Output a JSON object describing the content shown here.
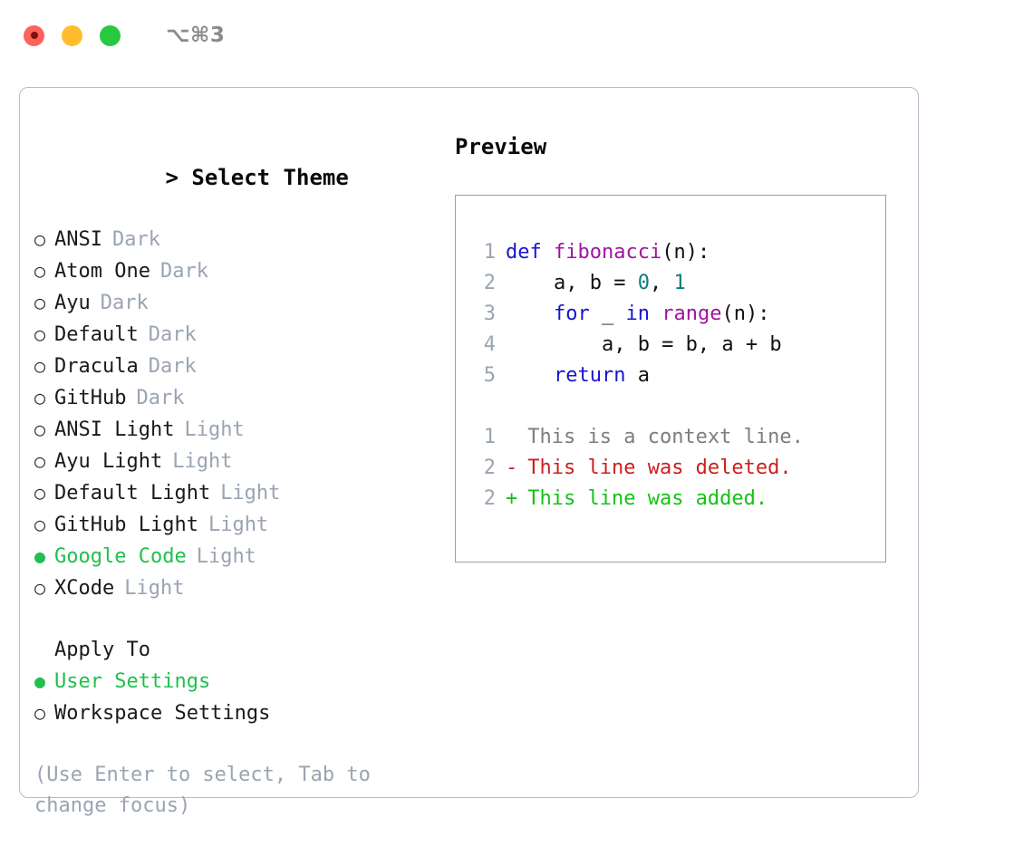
{
  "window": {
    "shortcut": "⌥⌘3",
    "traffic_lights": [
      {
        "name": "close",
        "color": "#ff6259"
      },
      {
        "name": "minimize",
        "color": "#ffbd2e"
      },
      {
        "name": "maximize",
        "color": "#28c93f"
      }
    ]
  },
  "theme_list": {
    "heading": "> Select Theme",
    "caret": ">",
    "title": "Select Theme",
    "items": [
      {
        "bullet": "○",
        "name": "ANSI",
        "tag": "Dark",
        "selected": false
      },
      {
        "bullet": "○",
        "name": "Atom One",
        "tag": "Dark",
        "selected": false
      },
      {
        "bullet": "○",
        "name": "Ayu",
        "tag": "Dark",
        "selected": false
      },
      {
        "bullet": "○",
        "name": "Default",
        "tag": "Dark",
        "selected": false
      },
      {
        "bullet": "○",
        "name": "Dracula",
        "tag": "Dark",
        "selected": false
      },
      {
        "bullet": "○",
        "name": "GitHub",
        "tag": "Dark",
        "selected": false
      },
      {
        "bullet": "○",
        "name": "ANSI Light",
        "tag": "Light",
        "selected": false
      },
      {
        "bullet": "○",
        "name": "Ayu Light",
        "tag": "Light",
        "selected": false
      },
      {
        "bullet": "○",
        "name": "Default Light",
        "tag": "Light",
        "selected": false
      },
      {
        "bullet": "○",
        "name": "GitHub Light",
        "tag": "Light",
        "selected": false
      },
      {
        "bullet": "●",
        "name": "Google Code",
        "tag": "Light",
        "selected": true
      },
      {
        "bullet": "○",
        "name": "XCode",
        "tag": "Light",
        "selected": false
      }
    ]
  },
  "apply_to": {
    "heading": "Apply To",
    "items": [
      {
        "bullet": "●",
        "name": "User Settings",
        "selected": true
      },
      {
        "bullet": "○",
        "name": "Workspace Settings",
        "selected": false
      }
    ]
  },
  "hint": "(Use Enter to select, Tab to change focus)",
  "preview": {
    "title": "Preview",
    "code_lines": [
      {
        "num": "1",
        "tokens": [
          {
            "t": "def",
            "c": "kw"
          },
          {
            "t": " ",
            "c": "pln"
          },
          {
            "t": "fibonacci",
            "c": "fn"
          },
          {
            "t": "(n):",
            "c": "pln"
          }
        ]
      },
      {
        "num": "2",
        "tokens": [
          {
            "t": "    a, b = ",
            "c": "pln"
          },
          {
            "t": "0",
            "c": "num"
          },
          {
            "t": ", ",
            "c": "pln"
          },
          {
            "t": "1",
            "c": "num"
          }
        ]
      },
      {
        "num": "3",
        "tokens": [
          {
            "t": "    ",
            "c": "pln"
          },
          {
            "t": "for",
            "c": "kw"
          },
          {
            "t": " _ ",
            "c": "pln"
          },
          {
            "t": "in",
            "c": "kw"
          },
          {
            "t": " ",
            "c": "pln"
          },
          {
            "t": "range",
            "c": "fn"
          },
          {
            "t": "(n):",
            "c": "pln"
          }
        ]
      },
      {
        "num": "4",
        "tokens": [
          {
            "t": "        a, b = b, a + b",
            "c": "pln"
          }
        ]
      },
      {
        "num": "5",
        "tokens": [
          {
            "t": "    ",
            "c": "pln"
          },
          {
            "t": "return",
            "c": "kw"
          },
          {
            "t": " a",
            "c": "pln"
          }
        ]
      }
    ],
    "diff_lines": [
      {
        "num": "1",
        "mark": " ",
        "text": "This is a context line.",
        "kind": "ctx"
      },
      {
        "num": "2",
        "mark": "-",
        "text": "This line was deleted.",
        "kind": "del"
      },
      {
        "num": "2",
        "mark": "+",
        "text": "This line was added.",
        "kind": "add"
      }
    ]
  },
  "colors": {
    "accent_green": "#22bf4e",
    "muted": "#9aa4b2",
    "keyword": "#1515d0",
    "function": "#a0159c",
    "number": "#0e7c7b",
    "diff_add": "#16c115",
    "diff_del": "#cc1f1f",
    "diff_ctx": "#7d7d7d",
    "border": "#b4bcc8"
  }
}
